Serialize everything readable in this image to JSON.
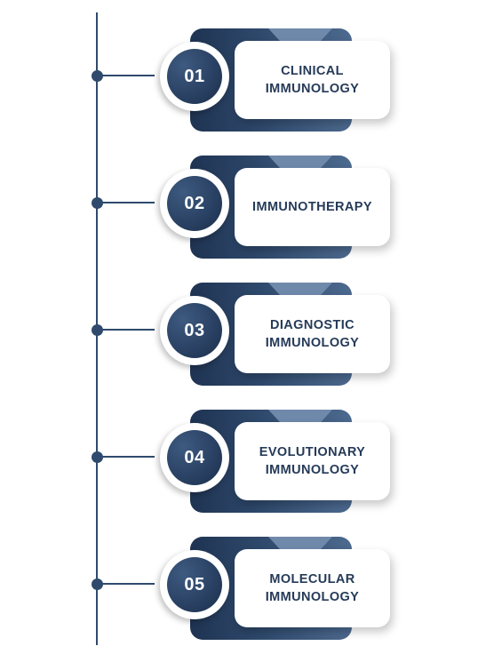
{
  "steps": [
    {
      "number": "01",
      "label": "CLINICAL\nIMMUNOLOGY"
    },
    {
      "number": "02",
      "label": "IMMUNOTHERAPY"
    },
    {
      "number": "03",
      "label": "DIAGNOSTIC\nIMMUNOLOGY"
    },
    {
      "number": "04",
      "label": "EVOLUTIONARY\nIMMUNOLOGY"
    },
    {
      "number": "05",
      "label": "MOLECULAR\nIMMUNOLOGY"
    }
  ],
  "colors": {
    "navy": "#2f4a6d",
    "navy_dark": "#1f3352",
    "text": "#253a58",
    "background": "#ffffff"
  }
}
